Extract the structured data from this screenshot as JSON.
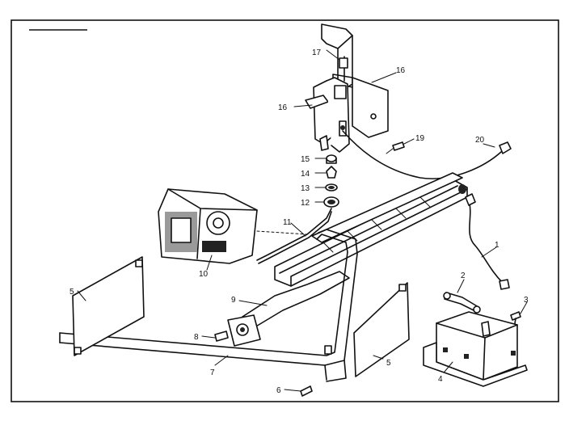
{
  "diagram": {
    "callouts": [
      {
        "id": "c1",
        "text": "1"
      },
      {
        "id": "c2",
        "text": "2"
      },
      {
        "id": "c3",
        "text": "3"
      },
      {
        "id": "c4",
        "text": "4"
      },
      {
        "id": "c5a",
        "text": "5"
      },
      {
        "id": "c5b",
        "text": "5"
      },
      {
        "id": "c6",
        "text": "6"
      },
      {
        "id": "c7",
        "text": "7"
      },
      {
        "id": "c8",
        "text": "8"
      },
      {
        "id": "c9",
        "text": "9"
      },
      {
        "id": "c10",
        "text": "10"
      },
      {
        "id": "c11",
        "text": "11"
      },
      {
        "id": "c12",
        "text": "12"
      },
      {
        "id": "c13",
        "text": "13"
      },
      {
        "id": "c14",
        "text": "14"
      },
      {
        "id": "c15",
        "text": "15"
      },
      {
        "id": "c16a",
        "text": "16"
      },
      {
        "id": "c16b",
        "text": "16"
      },
      {
        "id": "c17",
        "text": "17"
      },
      {
        "id": "c19",
        "text": "19"
      },
      {
        "id": "c20",
        "text": "20"
      }
    ]
  }
}
